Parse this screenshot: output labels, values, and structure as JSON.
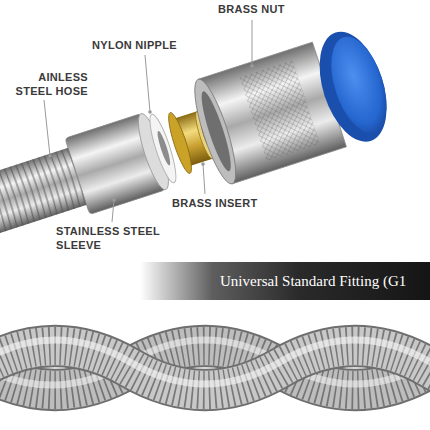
{
  "diagram": {
    "nodes": [
      {
        "text": [
          "Universal Standard Fitting (G1"
        ]
      }
    ],
    "labels": [
      "BRASS NUT",
      "NYLON NIPPLE",
      "AINLESS STEEL HOSE",
      "BRASS INSERT",
      "STAINLESS STEEL SLEEVE"
    ]
  }
}
